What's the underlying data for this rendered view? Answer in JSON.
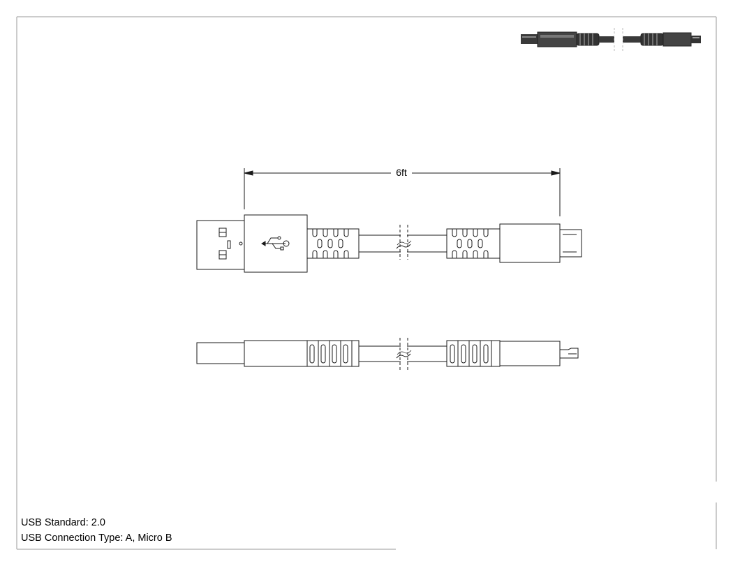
{
  "dimension": {
    "length_label": "6ft"
  },
  "specs": {
    "usb_standard": "USB Standard: 2.0",
    "connection_type": "USB Connection Type: A, Micro B"
  },
  "icons": {
    "usb_logo": "usb-trident-icon",
    "thumbnail": "cable-3d-preview-icon"
  },
  "colors": {
    "line": "#1a1a1a",
    "border": "#999999",
    "thumbnail_fill": "#3a3a3a"
  }
}
